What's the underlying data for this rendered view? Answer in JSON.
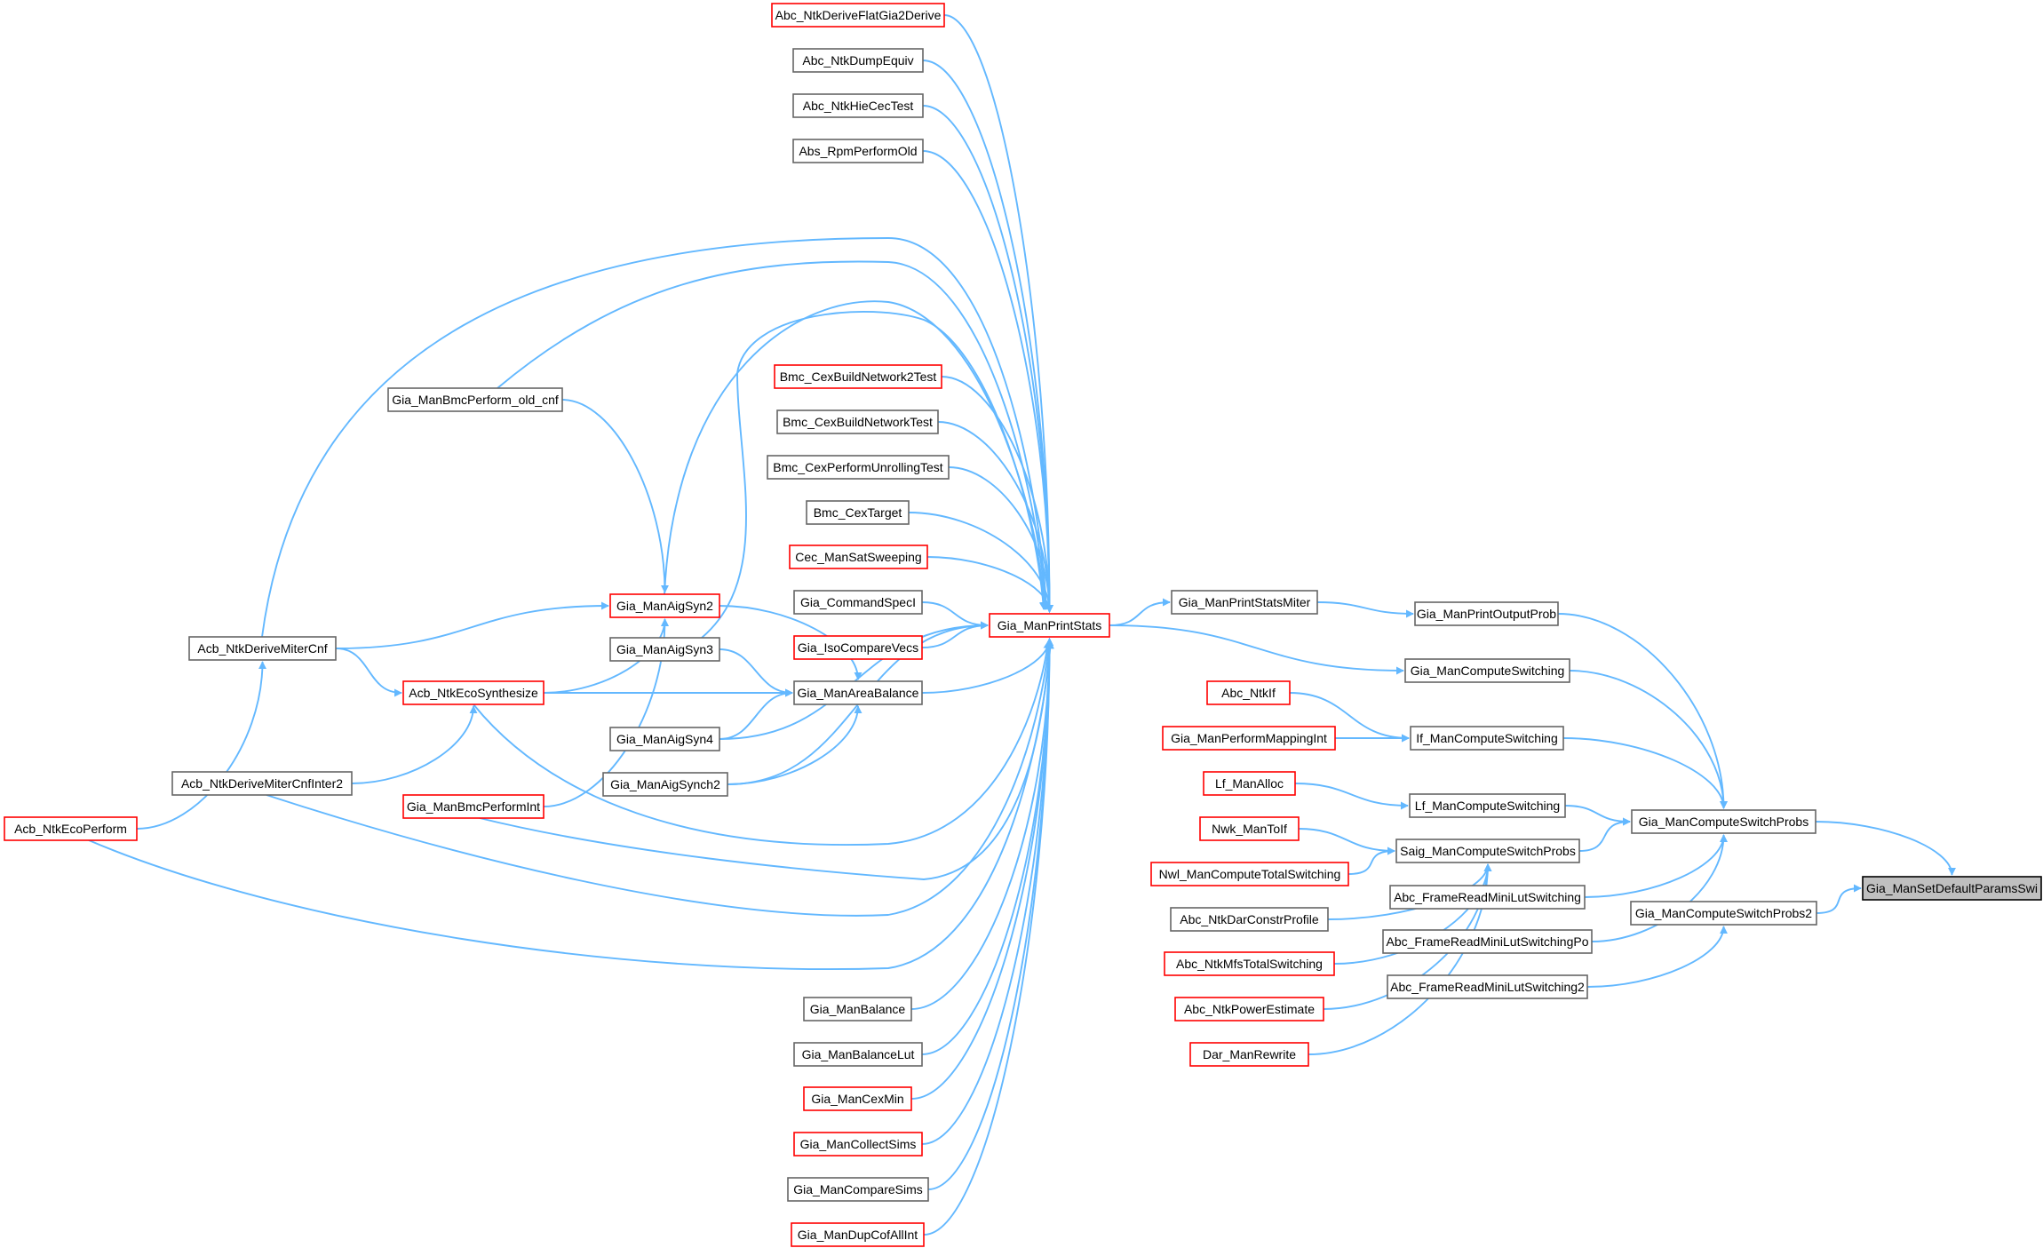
{
  "nodes": [
    {
      "id": "ntk_derive_flat",
      "label": "Abc_NtkDeriveFlatGia2Derive",
      "border": "red"
    },
    {
      "id": "ntk_dump_equiv",
      "label": "Abc_NtkDumpEquiv",
      "border": "gray"
    },
    {
      "id": "ntk_hie_cec",
      "label": "Abc_NtkHieCecTest",
      "border": "gray"
    },
    {
      "id": "rpm_perform_old",
      "label": "Abs_RpmPerformOld",
      "border": "gray"
    },
    {
      "id": "bmc_perform_old_cnf",
      "label": "Gia_ManBmcPerform_old_cnf",
      "border": "gray"
    },
    {
      "id": "cex_build_net2",
      "label": "Bmc_CexBuildNetwork2Test",
      "border": "red"
    },
    {
      "id": "cex_build_net",
      "label": "Bmc_CexBuildNetworkTest",
      "border": "gray"
    },
    {
      "id": "cex_unrolling",
      "label": "Bmc_CexPerformUnrollingTest",
      "border": "gray"
    },
    {
      "id": "cex_target",
      "label": "Bmc_CexTarget",
      "border": "gray"
    },
    {
      "id": "sat_sweeping",
      "label": "Cec_ManSatSweeping",
      "border": "red"
    },
    {
      "id": "command_spec",
      "label": "Gia_CommandSpecI",
      "border": "gray"
    },
    {
      "id": "iso_compare",
      "label": "Gia_IsoCompareVecs",
      "border": "red"
    },
    {
      "id": "aig_syn2",
      "label": "Gia_ManAigSyn2",
      "border": "red"
    },
    {
      "id": "aig_syn3",
      "label": "Gia_ManAigSyn3",
      "border": "gray"
    },
    {
      "id": "area_balance",
      "label": "Gia_ManAreaBalance",
      "border": "gray"
    },
    {
      "id": "aig_syn4",
      "label": "Gia_ManAigSyn4",
      "border": "gray"
    },
    {
      "id": "aig_synch2",
      "label": "Gia_ManAigSynch2",
      "border": "gray"
    },
    {
      "id": "derive_miter_cnf",
      "label": "Acb_NtkDeriveMiterCnf",
      "border": "gray"
    },
    {
      "id": "eco_synthesize",
      "label": "Acb_NtkEcoSynthesize",
      "border": "red"
    },
    {
      "id": "derive_miter_cnf_inter2",
      "label": "Acb_NtkDeriveMiterCnfInter2",
      "border": "gray"
    },
    {
      "id": "bmc_perform_int",
      "label": "Gia_ManBmcPerformInt",
      "border": "red"
    },
    {
      "id": "eco_perform",
      "label": "Acb_NtkEcoPerform",
      "border": "red"
    },
    {
      "id": "print_stats",
      "label": "Gia_ManPrintStats",
      "border": "red"
    },
    {
      "id": "balance",
      "label": "Gia_ManBalance",
      "border": "gray"
    },
    {
      "id": "balance_lut",
      "label": "Gia_ManBalanceLut",
      "border": "gray"
    },
    {
      "id": "cex_min",
      "label": "Gia_ManCexMin",
      "border": "red"
    },
    {
      "id": "collect_sims",
      "label": "Gia_ManCollectSims",
      "border": "red"
    },
    {
      "id": "compare_sims",
      "label": "Gia_ManCompareSims",
      "border": "gray"
    },
    {
      "id": "dup_cof_all_int",
      "label": "Gia_ManDupCofAllInt",
      "border": "red"
    },
    {
      "id": "print_stats_miter",
      "label": "Gia_ManPrintStatsMiter",
      "border": "gray"
    },
    {
      "id": "print_output_prob",
      "label": "Gia_ManPrintOutputProb",
      "border": "gray"
    },
    {
      "id": "compute_switching",
      "label": "Gia_ManComputeSwitching",
      "border": "gray"
    },
    {
      "id": "ntk_if",
      "label": "Abc_NtkIf",
      "border": "red"
    },
    {
      "id": "perform_mapping_int",
      "label": "Gia_ManPerformMappingInt",
      "border": "red"
    },
    {
      "id": "if_compute_switching",
      "label": "If_ManComputeSwitching",
      "border": "gray"
    },
    {
      "id": "lf_alloc",
      "label": "Lf_ManAlloc",
      "border": "red"
    },
    {
      "id": "lf_compute_switching",
      "label": "Lf_ManComputeSwitching",
      "border": "gray"
    },
    {
      "id": "nwk_to_if",
      "label": "Nwk_ManToIf",
      "border": "red"
    },
    {
      "id": "saig_compute_switch_probs",
      "label": "Saig_ManComputeSwitchProbs",
      "border": "gray"
    },
    {
      "id": "nwl_total_switching",
      "label": "Nwl_ManComputeTotalSwitching",
      "border": "red"
    },
    {
      "id": "dar_constr_profile",
      "label": "Abc_NtkDarConstrProfile",
      "border": "gray"
    },
    {
      "id": "mfs_total_switching",
      "label": "Abc_NtkMfsTotalSwitching",
      "border": "red"
    },
    {
      "id": "power_estimate",
      "label": "Abc_NtkPowerEstimate",
      "border": "red"
    },
    {
      "id": "dar_rewrite",
      "label": "Dar_ManRewrite",
      "border": "red"
    },
    {
      "id": "compute_switch_probs",
      "label": "Gia_ManComputeSwitchProbs",
      "border": "gray"
    },
    {
      "id": "frame_read_mini_lut",
      "label": "Abc_FrameReadMiniLutSwitching",
      "border": "gray"
    },
    {
      "id": "frame_read_mini_lut_po",
      "label": "Abc_FrameReadMiniLutSwitchingPo",
      "border": "gray"
    },
    {
      "id": "frame_read_mini_lut2",
      "label": "Abc_FrameReadMiniLutSwitching2",
      "border": "gray"
    },
    {
      "id": "compute_switch_probs2",
      "label": "Gia_ManComputeSwitchProbs2",
      "border": "gray"
    },
    {
      "id": "set_default_params_swi",
      "label": "Gia_ManSetDefaultParamsSwi",
      "border": "black",
      "fill": "gray"
    }
  ],
  "edges": [
    [
      "ntk_derive_flat",
      "print_stats"
    ],
    [
      "ntk_dump_equiv",
      "print_stats"
    ],
    [
      "ntk_hie_cec",
      "print_stats"
    ],
    [
      "rpm_perform_old",
      "print_stats"
    ],
    [
      "bmc_perform_old_cnf",
      "print_stats"
    ],
    [
      "cex_build_net2",
      "print_stats"
    ],
    [
      "cex_build_net",
      "print_stats"
    ],
    [
      "cex_unrolling",
      "print_stats"
    ],
    [
      "cex_target",
      "print_stats"
    ],
    [
      "sat_sweeping",
      "print_stats"
    ],
    [
      "command_spec",
      "print_stats"
    ],
    [
      "iso_compare",
      "print_stats"
    ],
    [
      "aig_syn2",
      "print_stats"
    ],
    [
      "aig_syn3",
      "print_stats"
    ],
    [
      "area_balance",
      "print_stats"
    ],
    [
      "aig_syn4",
      "print_stats"
    ],
    [
      "aig_synch2",
      "print_stats"
    ],
    [
      "derive_miter_cnf",
      "print_stats"
    ],
    [
      "eco_synthesize",
      "print_stats"
    ],
    [
      "derive_miter_cnf_inter2",
      "print_stats"
    ],
    [
      "bmc_perform_int",
      "print_stats"
    ],
    [
      "eco_perform",
      "print_stats"
    ],
    [
      "balance",
      "print_stats"
    ],
    [
      "balance_lut",
      "print_stats"
    ],
    [
      "cex_min",
      "print_stats"
    ],
    [
      "collect_sims",
      "print_stats"
    ],
    [
      "compare_sims",
      "print_stats"
    ],
    [
      "dup_cof_all_int",
      "print_stats"
    ],
    [
      "bmc_perform_old_cnf",
      "aig_syn2"
    ],
    [
      "derive_miter_cnf",
      "aig_syn2"
    ],
    [
      "eco_synthesize",
      "aig_syn2"
    ],
    [
      "bmc_perform_int",
      "aig_syn2"
    ],
    [
      "aig_syn2",
      "area_balance"
    ],
    [
      "aig_syn3",
      "area_balance"
    ],
    [
      "eco_synthesize",
      "area_balance"
    ],
    [
      "aig_syn4",
      "area_balance"
    ],
    [
      "aig_synch2",
      "area_balance"
    ],
    [
      "derive_miter_cnf",
      "eco_synthesize"
    ],
    [
      "derive_miter_cnf_inter2",
      "eco_synthesize"
    ],
    [
      "eco_perform",
      "derive_miter_cnf"
    ],
    [
      "print_stats",
      "print_stats_miter"
    ],
    [
      "print_stats_miter",
      "print_output_prob"
    ],
    [
      "print_stats",
      "compute_switching"
    ],
    [
      "ntk_if",
      "if_compute_switching"
    ],
    [
      "perform_mapping_int",
      "if_compute_switching"
    ],
    [
      "lf_alloc",
      "lf_compute_switching"
    ],
    [
      "nwk_to_if",
      "saig_compute_switch_probs"
    ],
    [
      "nwl_total_switching",
      "saig_compute_switch_probs"
    ],
    [
      "dar_constr_profile",
      "saig_compute_switch_probs"
    ],
    [
      "mfs_total_switching",
      "saig_compute_switch_probs"
    ],
    [
      "power_estimate",
      "saig_compute_switch_probs"
    ],
    [
      "dar_rewrite",
      "saig_compute_switch_probs"
    ],
    [
      "print_output_prob",
      "compute_switch_probs"
    ],
    [
      "compute_switching",
      "compute_switch_probs"
    ],
    [
      "if_compute_switching",
      "compute_switch_probs"
    ],
    [
      "lf_compute_switching",
      "compute_switch_probs"
    ],
    [
      "saig_compute_switch_probs",
      "compute_switch_probs"
    ],
    [
      "frame_read_mini_lut",
      "compute_switch_probs"
    ],
    [
      "frame_read_mini_lut_po",
      "compute_switch_probs"
    ],
    [
      "frame_read_mini_lut2",
      "compute_switch_probs2"
    ],
    [
      "compute_switch_probs",
      "set_default_params_swi"
    ],
    [
      "compute_switch_probs2",
      "set_default_params_swi"
    ]
  ],
  "colors": {
    "edge": "#63b8ff",
    "red_border": "#ff0000",
    "gray_border": "#666666",
    "highlight_fill": "#bfbfbf"
  }
}
